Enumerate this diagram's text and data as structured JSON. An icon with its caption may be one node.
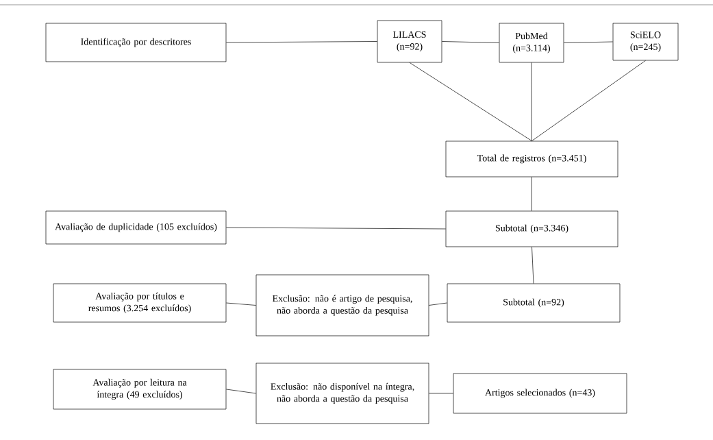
{
  "diagram": {
    "nodes": [
      {
        "text": [
          "Identificação por descritores"
        ]
      },
      {
        "text": [
          "LILACS (n=92)"
        ]
      },
      {
        "text": [
          "PubMed (n=3.114)"
        ]
      },
      {
        "text": [
          "SciELO (n=245)"
        ]
      },
      {
        "text": [
          "Total de registros (n=3.451)"
        ]
      },
      {
        "text": [
          "Avaliação de duplicidade (105 excluídos)"
        ]
      },
      {
        "text": [
          "Subtotal (n=3.346)"
        ]
      },
      {
        "text": [
          "Avaliação por títulos e resumos (3.254 excluídos)"
        ]
      },
      {
        "text": [
          "Exclusão: não é artigo de pesquisa, não aborda a questão da pesquisa"
        ]
      },
      {
        "text": [
          "Subtotal (n=92)"
        ]
      },
      {
        "text": [
          "Avaliação por leitura na íntegra (49 excluídos)"
        ]
      },
      {
        "text": [
          "Exclusão: não disponível na íntegra, não aborda a questão da pesquisa"
        ]
      },
      {
        "text": [
          "Artigos selecionados (n=43)"
        ]
      }
    ],
    "edges": [
      {
        "from": 0,
        "to": 1,
        "arrow": "none"
      },
      {
        "from": 1,
        "to": 2,
        "arrow": "none"
      },
      {
        "from": 2,
        "to": 3,
        "arrow": "none"
      },
      {
        "from": 1,
        "to": 4,
        "arrow": "none"
      },
      {
        "from": 2,
        "to": 4,
        "arrow": "none"
      },
      {
        "from": 3,
        "to": 4,
        "arrow": "none"
      },
      {
        "from": 4,
        "to": 6,
        "arrow": "none"
      },
      {
        "from": 5,
        "to": 6,
        "arrow": "none"
      },
      {
        "from": 6,
        "to": 9,
        "arrow": "none"
      },
      {
        "from": 7,
        "to": 8,
        "arrow": "none"
      },
      {
        "from": 8,
        "to": 9,
        "arrow": "none"
      },
      {
        "from": 10,
        "to": 11,
        "arrow": "none"
      },
      {
        "from": 11,
        "to": 12,
        "arrow": "none"
      }
    ]
  }
}
